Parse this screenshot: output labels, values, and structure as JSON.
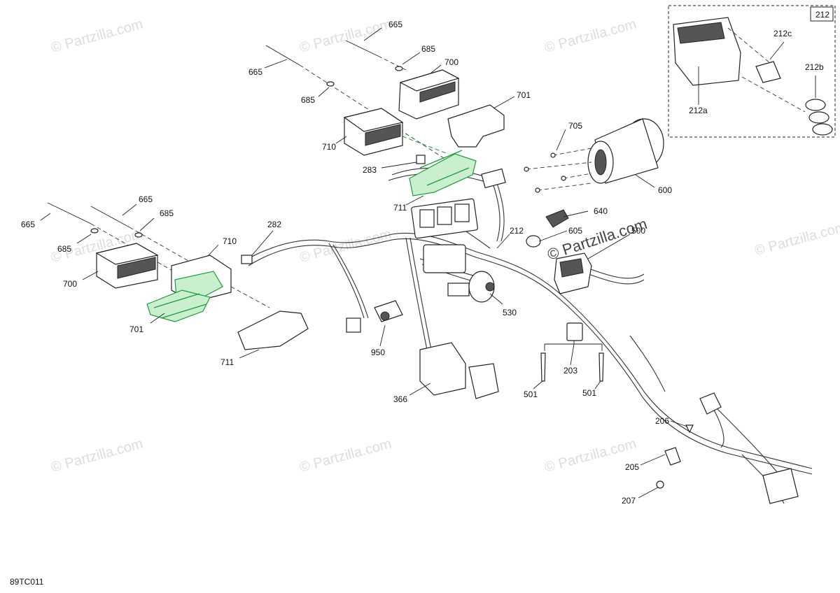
{
  "watermark_text": "© Partzilla.com",
  "diagram_code": "89TC011",
  "inset": {
    "title": "212"
  },
  "labels": {
    "l665_a": "665",
    "l685_a": "685",
    "l700_a": "700",
    "l665_b": "665",
    "l685_b": "685",
    "l701_a": "701",
    "l710_a": "710",
    "l283": "283",
    "l711_a": "711",
    "l705": "705",
    "l600": "600",
    "l640": "640",
    "l665_c": "665",
    "l665_d": "665",
    "l685_c": "685",
    "l685_d": "685",
    "l710_b": "710",
    "l700_b": "700",
    "l282": "282",
    "l701_b": "701",
    "l711_b": "711",
    "l212": "212",
    "l605": "605",
    "l500": "500",
    "l530": "530",
    "l950": "950",
    "l366": "366",
    "l203": "203",
    "l501_a": "501",
    "l501_b": "501",
    "l206": "206",
    "l205": "205",
    "l207": "207",
    "l212a": "212a",
    "l212b": "212b",
    "l212c": "212c"
  }
}
